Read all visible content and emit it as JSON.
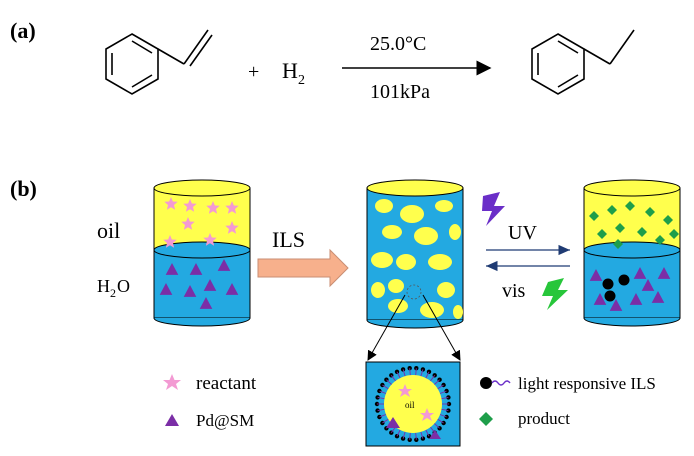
{
  "panel_a": {
    "label": "(a)",
    "plus": "+",
    "reagent_base": "H",
    "reagent_sub": "2",
    "condition_temp": "25.0°C",
    "condition_pressure": "101kPa"
  },
  "panel_b": {
    "label": "(b)",
    "phase_oil": "oil",
    "phase_water_base": "H",
    "phase_water_sub": "2",
    "phase_water_tail": "O",
    "step_ils": "ILS",
    "step_uv": "UV",
    "step_vis": "vis",
    "droplet_oil": "oil"
  },
  "legend": {
    "reactant": "reactant",
    "catalyst": "Pd@SM",
    "ils": "light responsive ILS",
    "product": "product"
  },
  "colors": {
    "oil": "#FFFF4D",
    "water": "#23A9E1",
    "reactant": "#F39AD3",
    "catalyst": "#7B2EA6",
    "product": "#1E9E4A",
    "arrow": "#F7B08C",
    "lightning_uv": "#6A2EC8",
    "lightning_vis": "#27C63A",
    "line_arrow": "#1F3B73"
  }
}
